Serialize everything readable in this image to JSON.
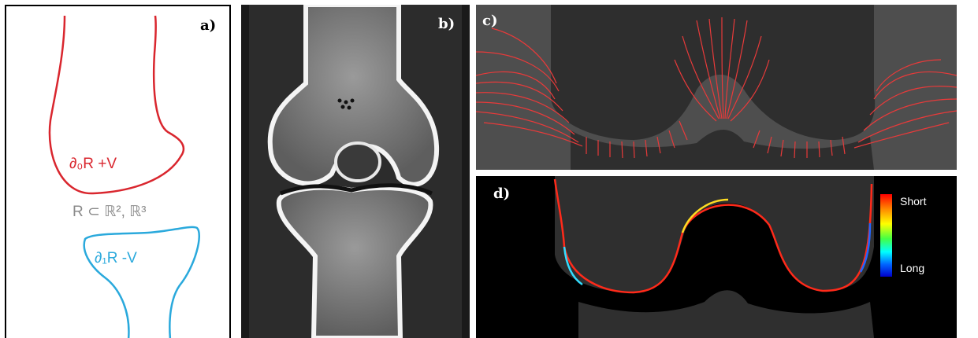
{
  "panels": {
    "a": {
      "label": "a)",
      "top_region": "∂₀R   +V",
      "domain": "R ⊂ ℝ², ℝ³",
      "bottom_region": "∂₁R   -V"
    },
    "b": {
      "label": "b)"
    },
    "c": {
      "label": "c)"
    },
    "d": {
      "label": "d)",
      "colorbar_top": "Short",
      "colorbar_bottom": "Long"
    }
  },
  "colors": {
    "top_boundary": "#d9262e",
    "bottom_boundary": "#2aa9dc",
    "domain_text": "#8a8a8a",
    "field_lines": "#e83a3a"
  }
}
